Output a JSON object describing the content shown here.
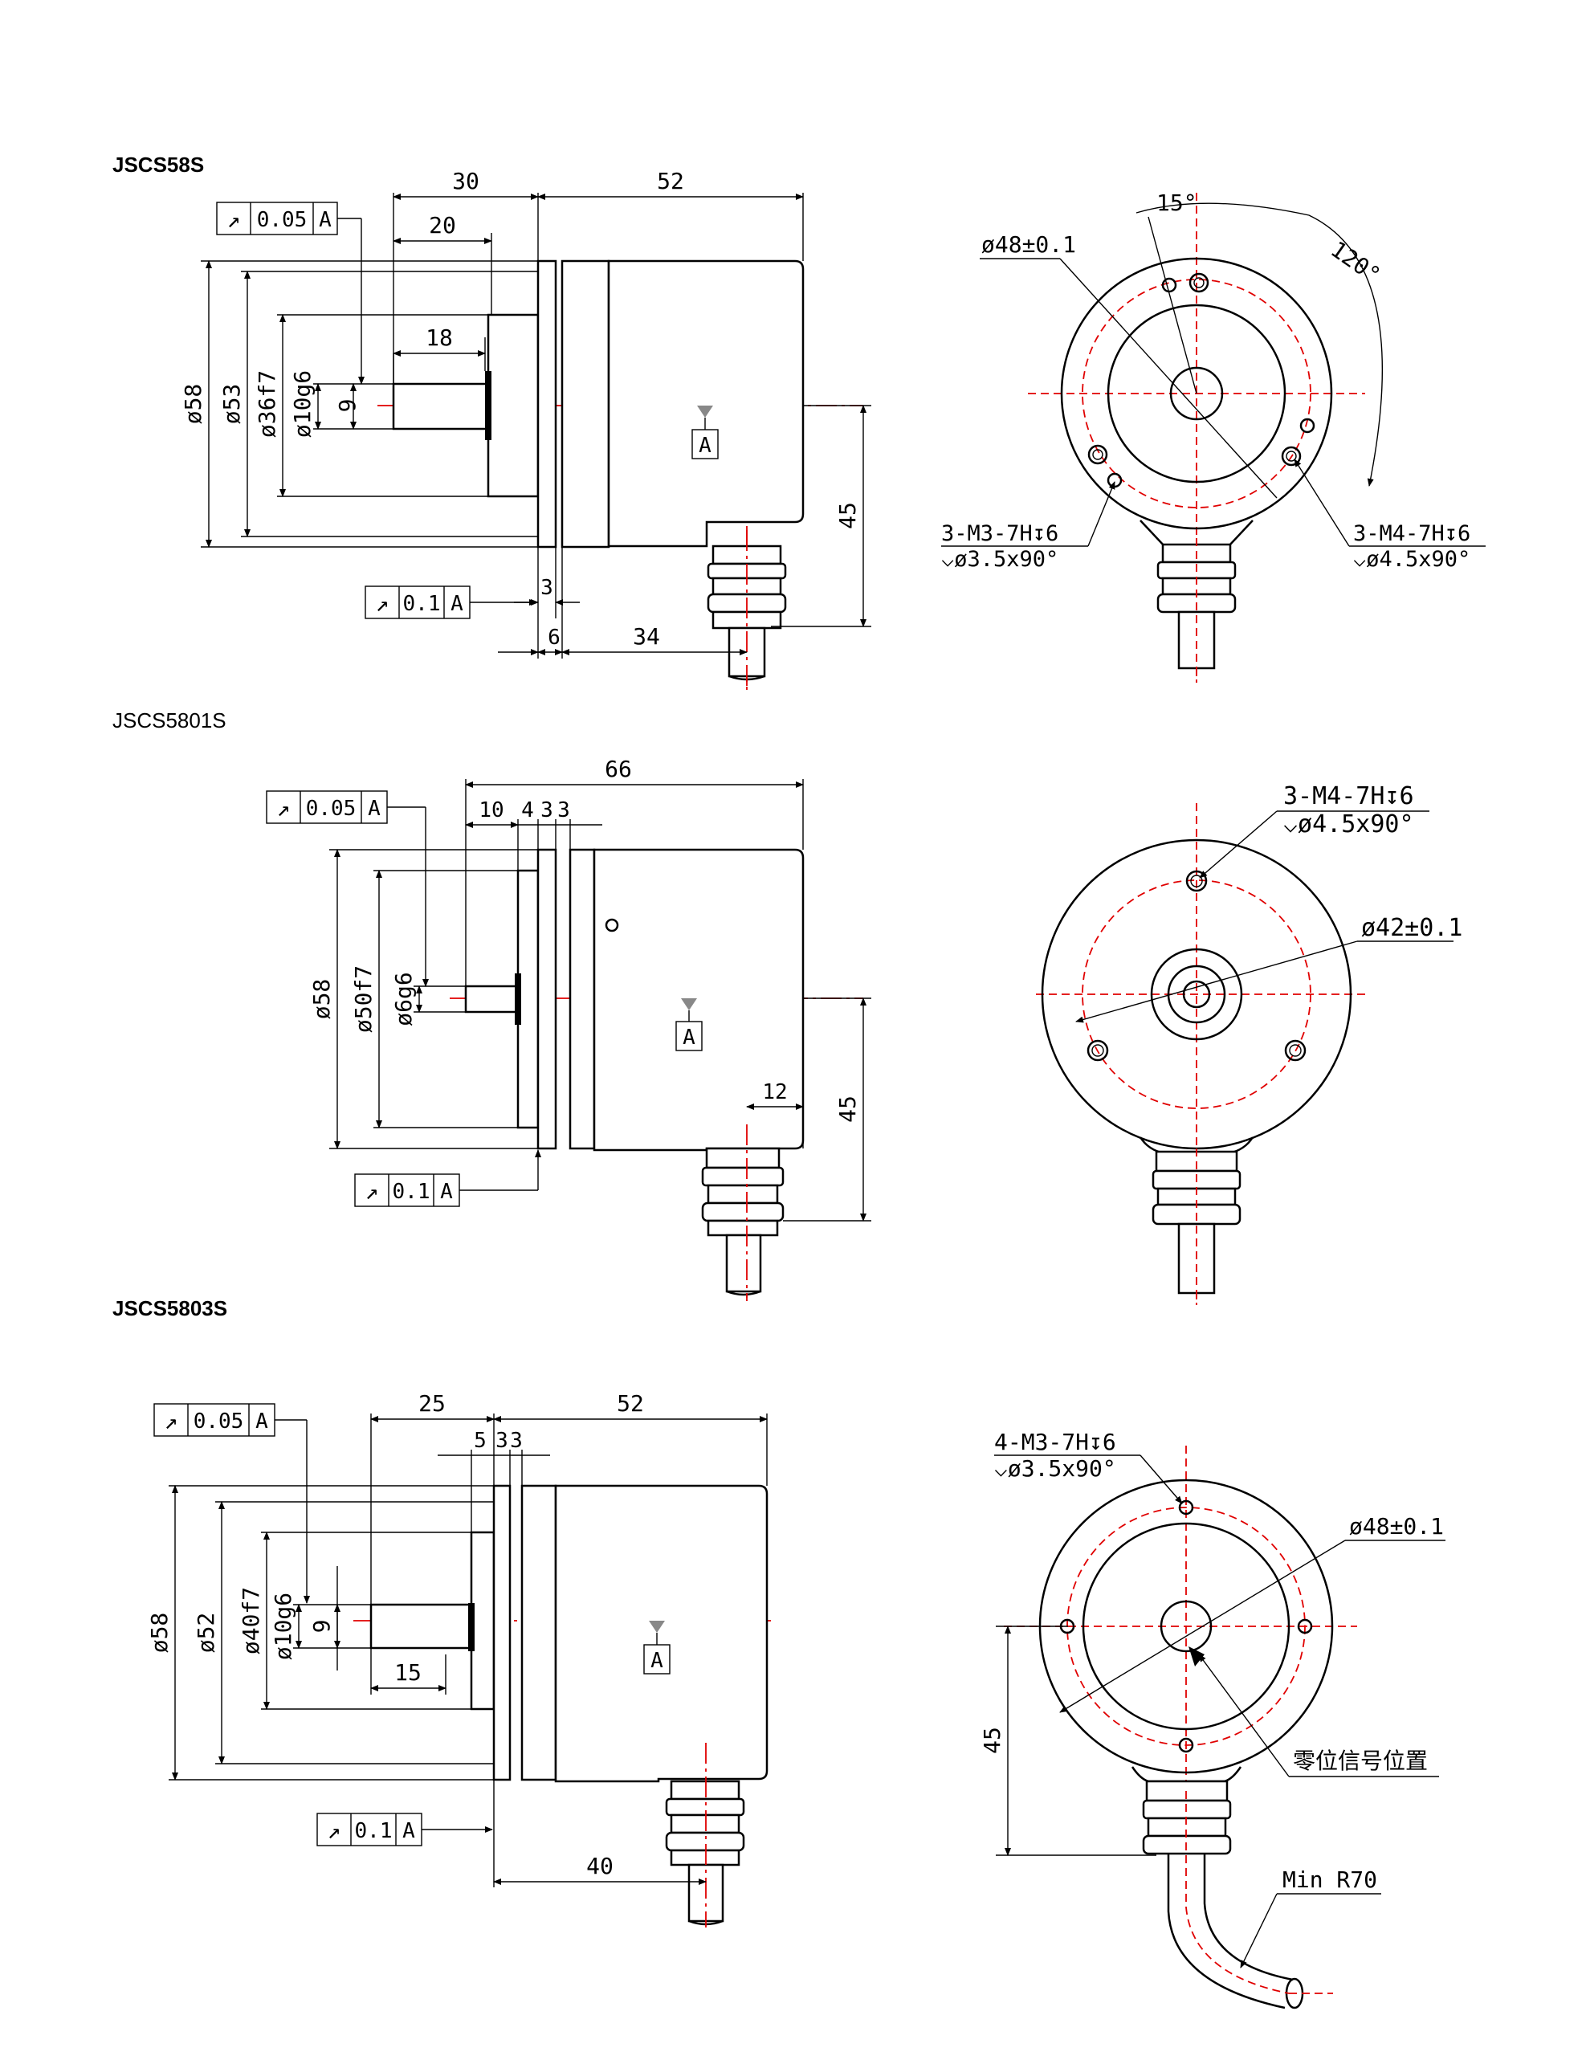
{
  "sections": [
    {
      "title": "JSCS58S",
      "side": {
        "dims_top": [
          "30",
          "52",
          "20",
          "18"
        ],
        "dims_side": [
          "ø58",
          "ø53",
          "ø36f7",
          "ø10g6",
          "9",
          "45"
        ],
        "dims_bottom": [
          "3",
          "6",
          "34"
        ],
        "fcf_top": {
          "value": "0.05",
          "datum": "A"
        },
        "fcf_bottom": {
          "value": "0.1",
          "datum": "A"
        },
        "datum": "A"
      },
      "front": {
        "pcd": "ø48±0.1",
        "angle_a": "15°",
        "angle_b": "120°",
        "hole_a_1": "3-M3-7H↧6",
        "hole_a_2": "⌵ø3.5x90°",
        "hole_b_1": "3-M4-7H↧6",
        "hole_b_2": "⌵ø4.5x90°"
      }
    },
    {
      "title": "JSCS5801S",
      "side": {
        "dims_top": [
          "66",
          "10",
          "4",
          "3",
          "3"
        ],
        "dims_side": [
          "ø58",
          "ø50f7",
          "ø6g6",
          "45"
        ],
        "dim_conn": "12",
        "fcf_top": {
          "value": "0.05",
          "datum": "A"
        },
        "fcf_bottom": {
          "value": "0.1",
          "datum": "A"
        },
        "datum": "A"
      },
      "front": {
        "hole_1": "3-M4-7H↧6",
        "hole_2": "⌵ø4.5x90°",
        "pcd": "ø42±0.1"
      }
    },
    {
      "title": "JSCS5803S",
      "side": {
        "dims_top": [
          "25",
          "52",
          "5",
          "3",
          "3"
        ],
        "dims_side": [
          "ø58",
          "ø52",
          "ø40f7",
          "ø10g6",
          "9"
        ],
        "dims_bottom": [
          "15",
          "40"
        ],
        "fcf_top": {
          "value": "0.05",
          "datum": "A"
        },
        "fcf_bottom": {
          "value": "0.1",
          "datum": "A"
        },
        "datum": "A"
      },
      "front": {
        "hole_1": "4-M3-7H↧6",
        "hole_2": "⌵ø3.5x90°",
        "pcd": "ø48±0.1",
        "dim_45": "45",
        "zero": "零位信号位置",
        "min_r": "Min R70"
      }
    }
  ],
  "fcf_symbol": "↗"
}
